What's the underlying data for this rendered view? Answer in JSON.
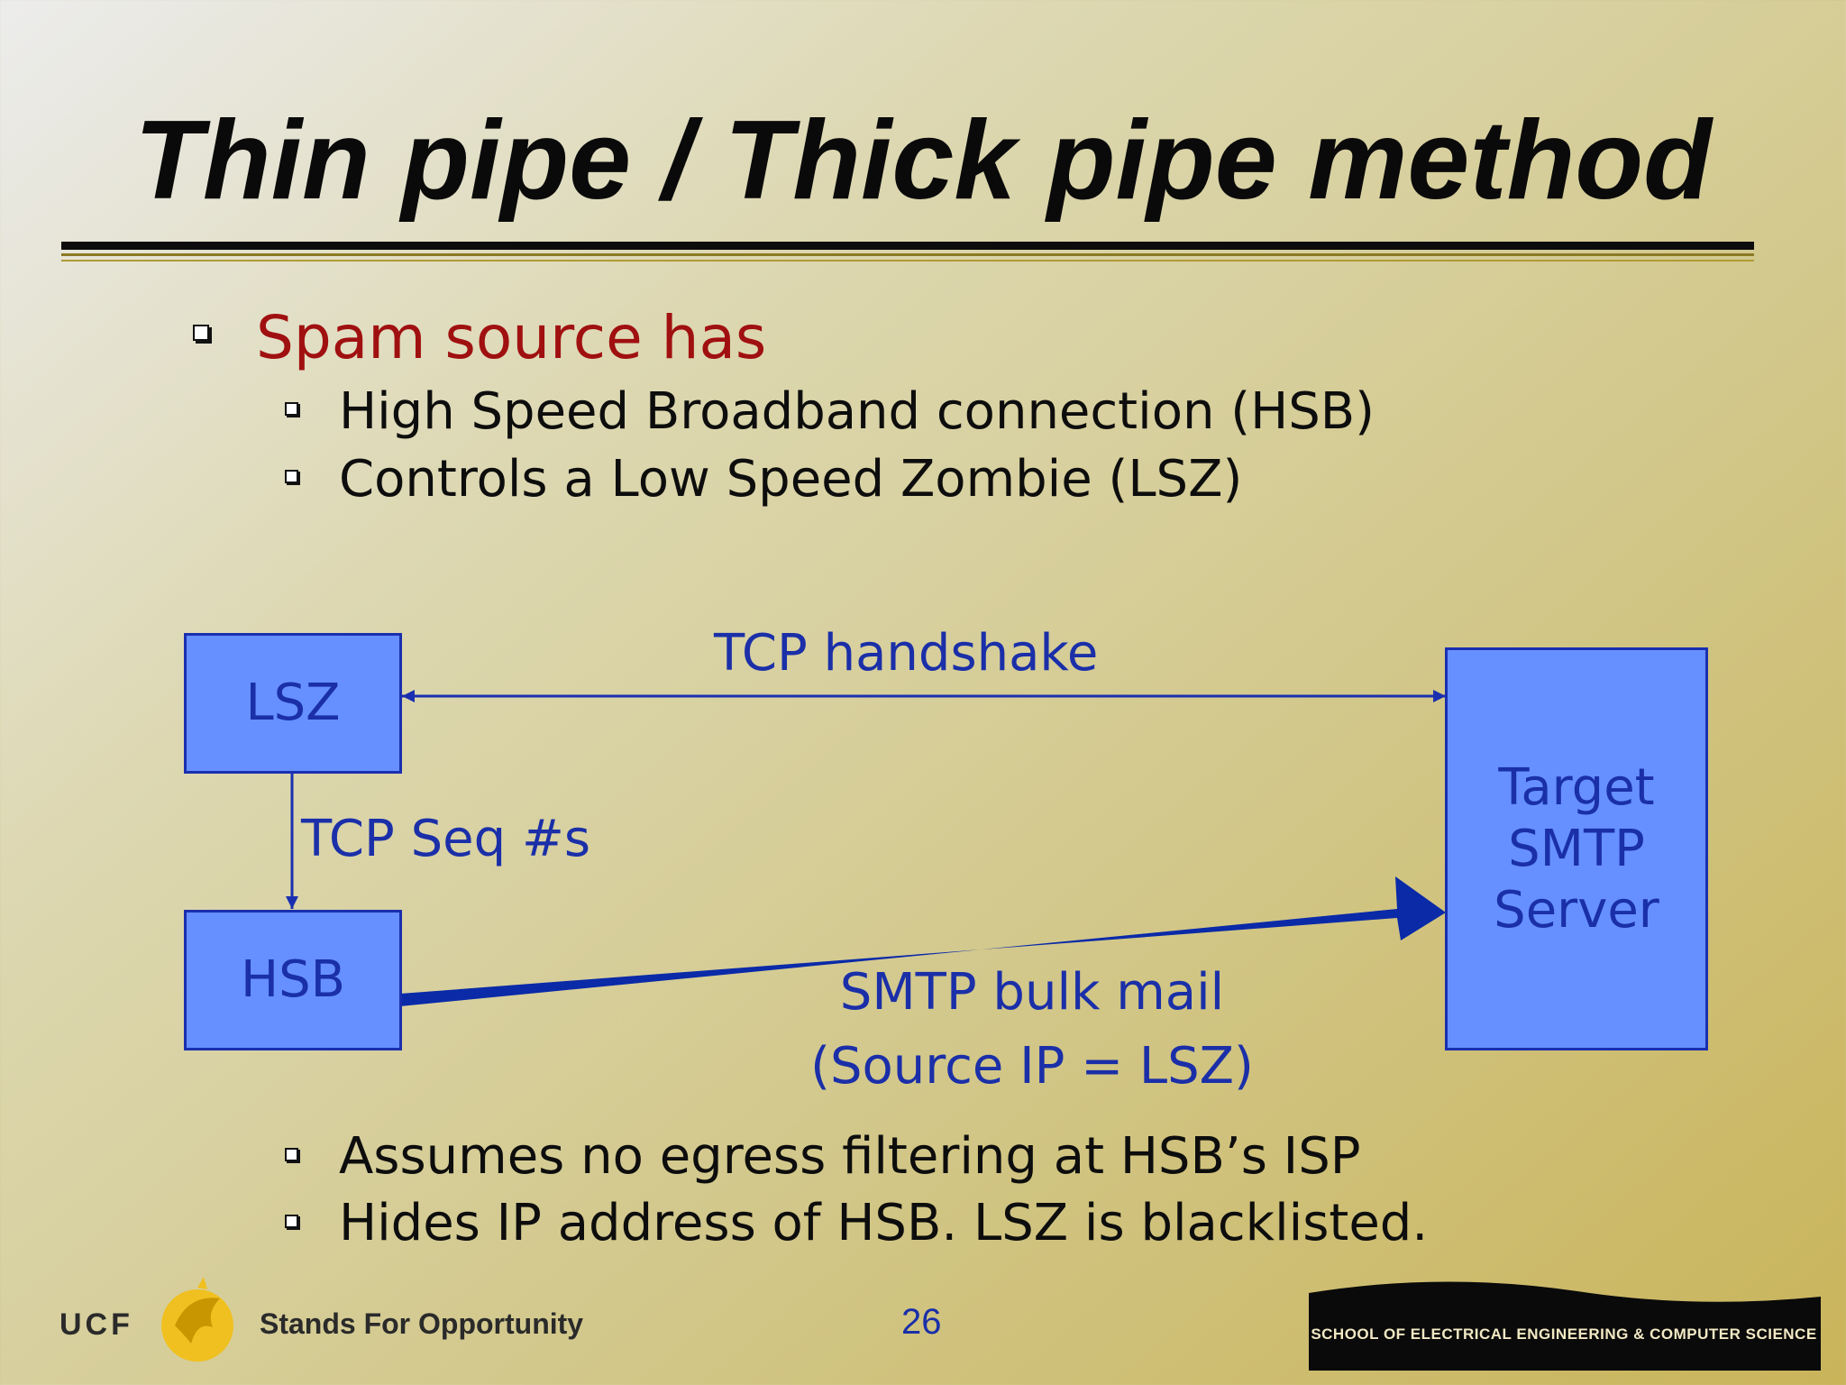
{
  "slide": {
    "title": "Thin pipe / Thick pipe method",
    "page_number": "26"
  },
  "bullets_top": {
    "level1": "Spam source has",
    "items": [
      "High Speed Broadband connection  (HSB)",
      "Controls a Low Speed Zombie  (LSZ)"
    ]
  },
  "diagram": {
    "nodes": {
      "lsz": "LSZ",
      "hsb": "HSB",
      "target_line1": "Target",
      "target_line2": "SMTP",
      "target_line3": "Server"
    },
    "labels": {
      "handshake": "TCP handshake",
      "seq": "TCP Seq #s",
      "bulk_line1": "SMTP bulk mail",
      "bulk_line2": "(Source IP = LSZ)"
    },
    "colors": {
      "box_fill": "#6690ff",
      "box_border": "#1a2fb0",
      "text": "#1a2fa8",
      "thick_arrow": "#0a2aa8"
    }
  },
  "bullets_bottom": {
    "items": [
      "Assumes no egress filtering at HSB’s   ISP",
      "Hides IP address of HSB.    LSZ is blacklisted."
    ]
  },
  "footer": {
    "ucf": "UCF",
    "tagline": "Stands For Opportunity",
    "school": "SCHOOL OF ELECTRICAL ENGINEERING & COMPUTER SCIENCE",
    "logo_icon": "pegasus-logo-icon"
  }
}
